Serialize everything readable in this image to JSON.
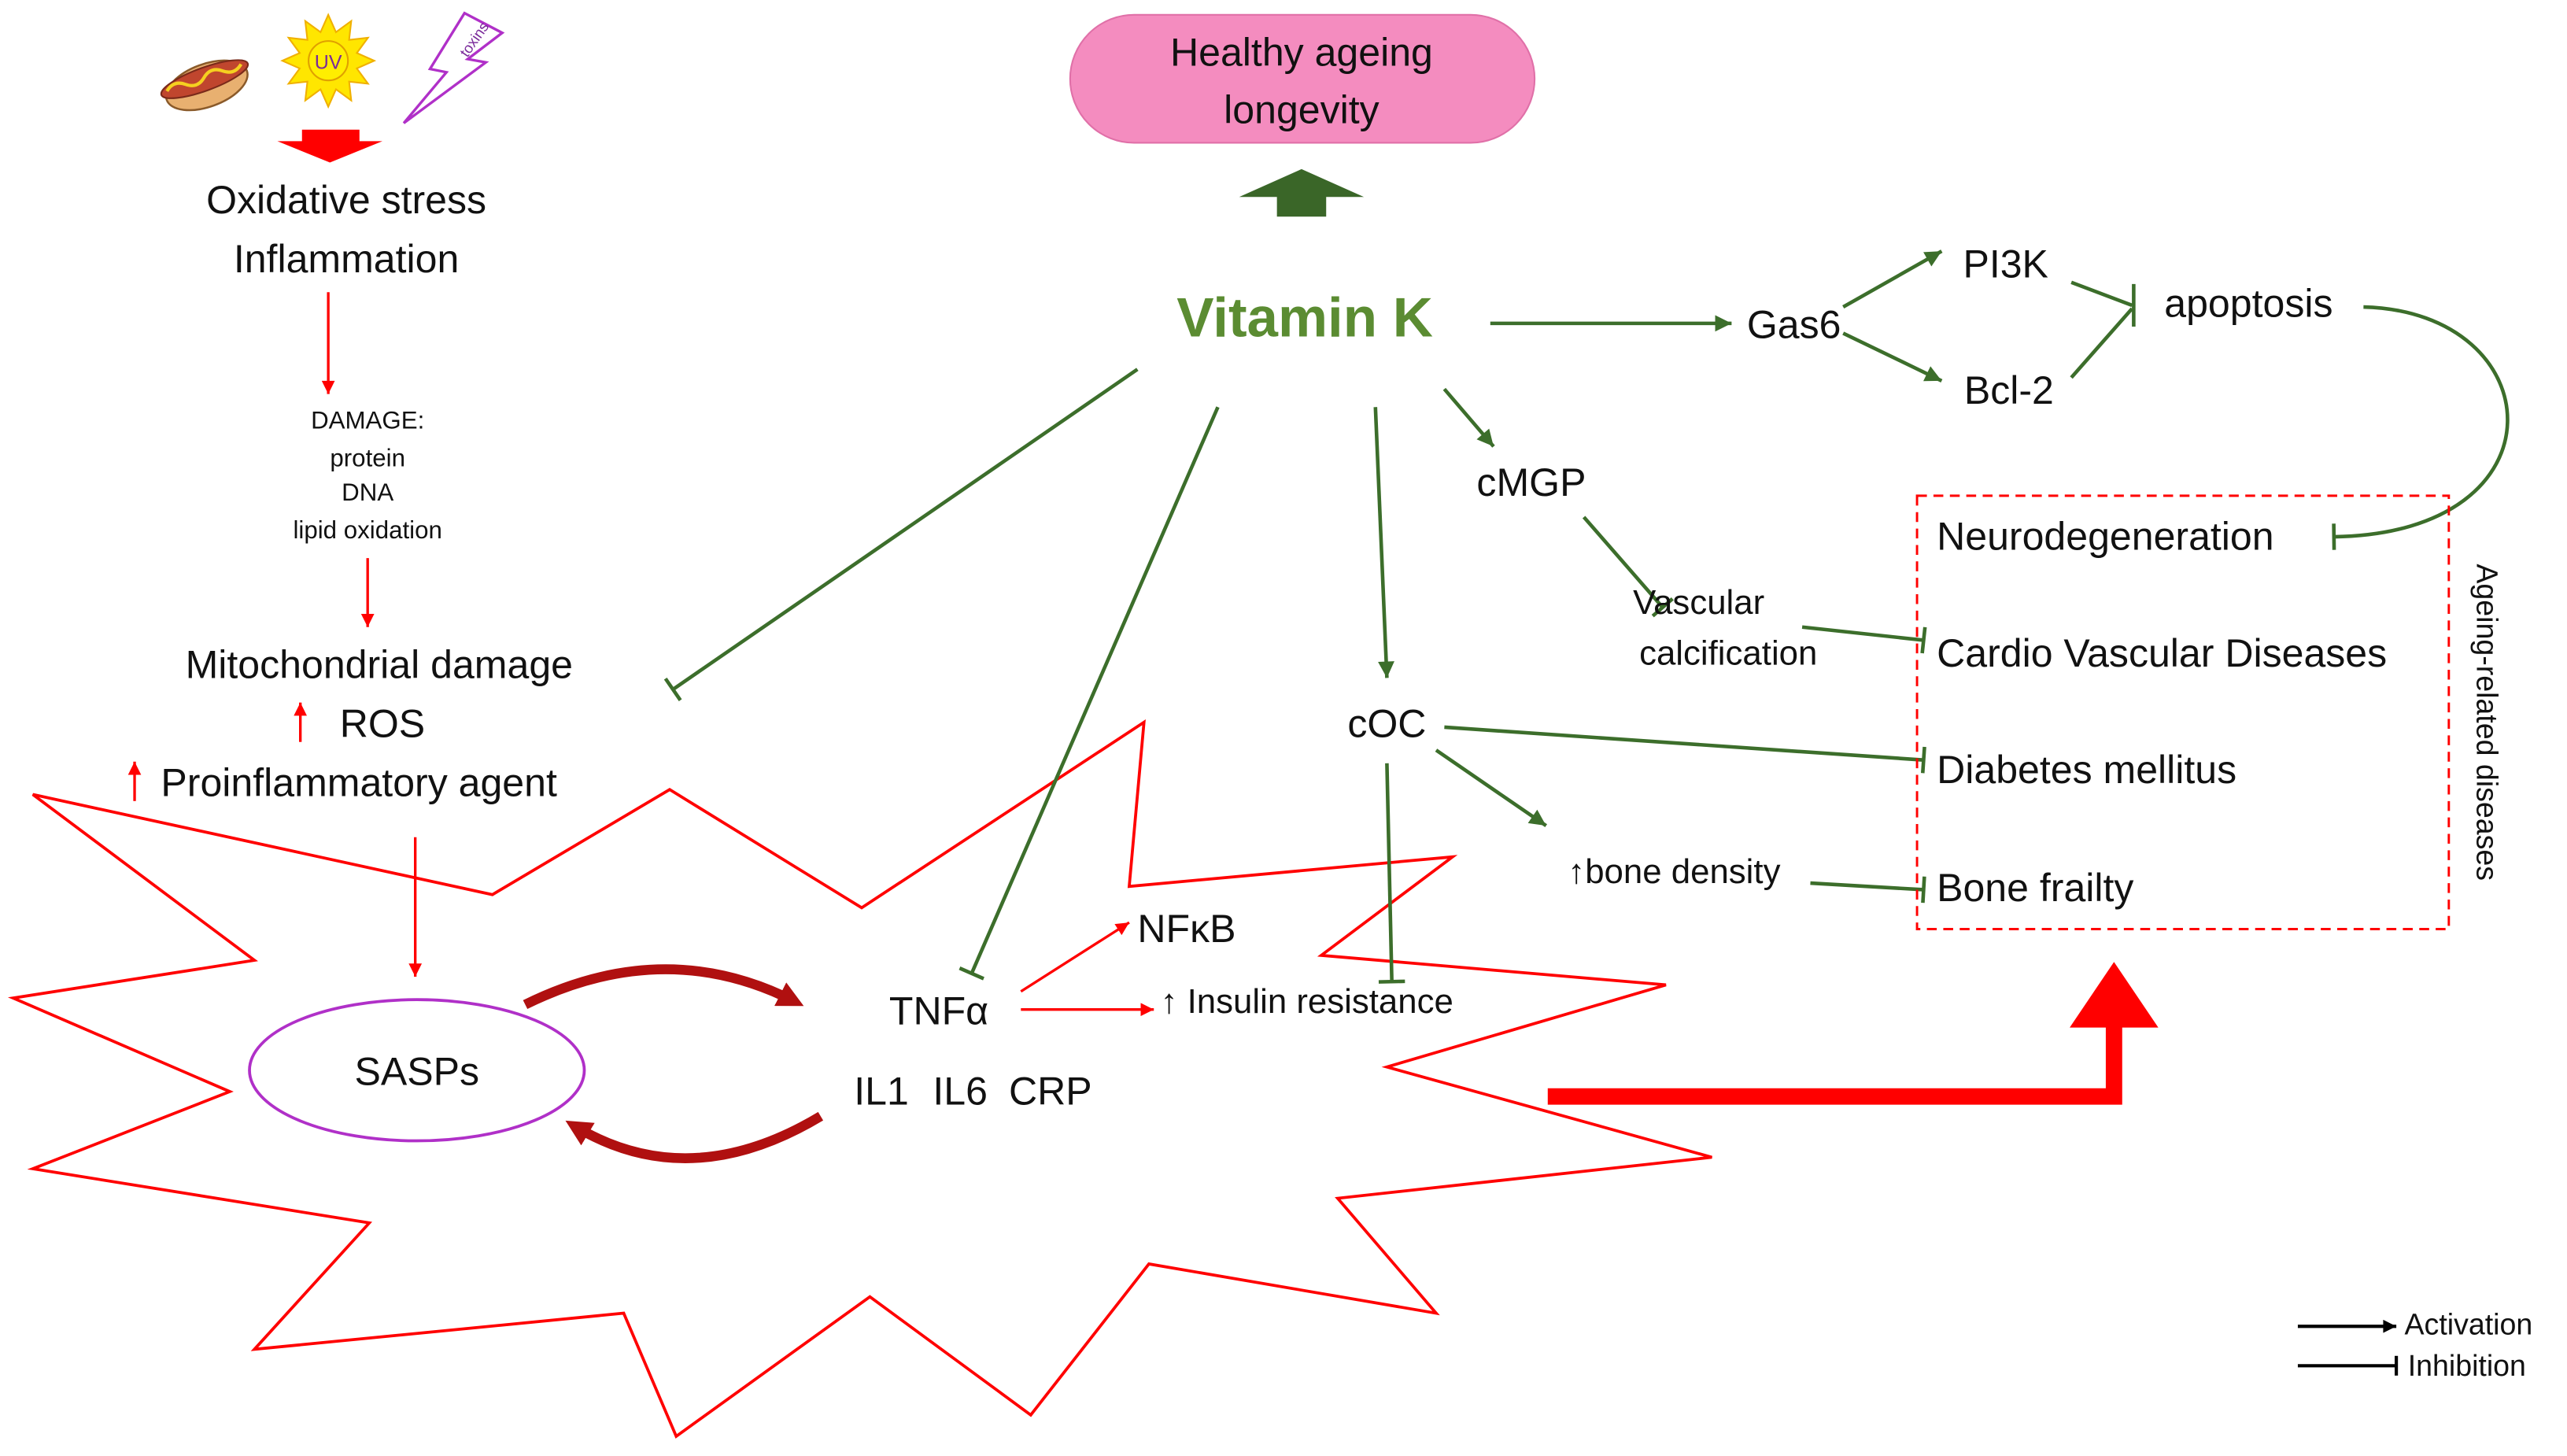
{
  "exposures": {
    "uv": "UV",
    "toxins": "toxins"
  },
  "stress": {
    "line1": "Oxidative stress",
    "line2": "Inflammation"
  },
  "damage": {
    "title": "DAMAGE:",
    "items": [
      "protein",
      "DNA",
      "lipid oxidation"
    ]
  },
  "mito": {
    "line1": "Mitochondrial damage",
    "ros": "ROS",
    "proinflammatory": "Proinflammatory agent"
  },
  "sasp": {
    "label": "SASPs",
    "tnf": "TNFα",
    "il1": "IL1",
    "il6": "IL6",
    "crp": "CRP",
    "nfkb": "NFκB",
    "insulin": "↑ Insulin resistance"
  },
  "vitamin_k": {
    "label": "Vitamin K",
    "outcome_line1": "Healthy ageing",
    "outcome_line2": "longevity"
  },
  "pathways": {
    "gas6": "Gas6",
    "pi3k": "PI3K",
    "bcl2": "Bcl-2",
    "apoptosis": "apoptosis",
    "cmgp": "cMGP",
    "vascular_line1": "Vascular",
    "vascular_line2": "calcification",
    "coc": "cOC",
    "bone_density": "↑bone density"
  },
  "diseases": {
    "title": "Ageing-related diseases",
    "items": [
      "Neurodegeneration",
      "Cardio Vascular Diseases",
      "Diabetes mellitus",
      "Bone frailty"
    ]
  },
  "legend": {
    "activation": "Activation",
    "inhibition": "Inhibition"
  },
  "colors": {
    "vitamin_k_green": "#5b8c32",
    "pathway_green": "#3c6e2b",
    "damage_red": "#ff0000",
    "feedback_dark_red": "#b01010",
    "outcome_pink": "#f48cbf",
    "sasp_purple": "#b030c8"
  }
}
